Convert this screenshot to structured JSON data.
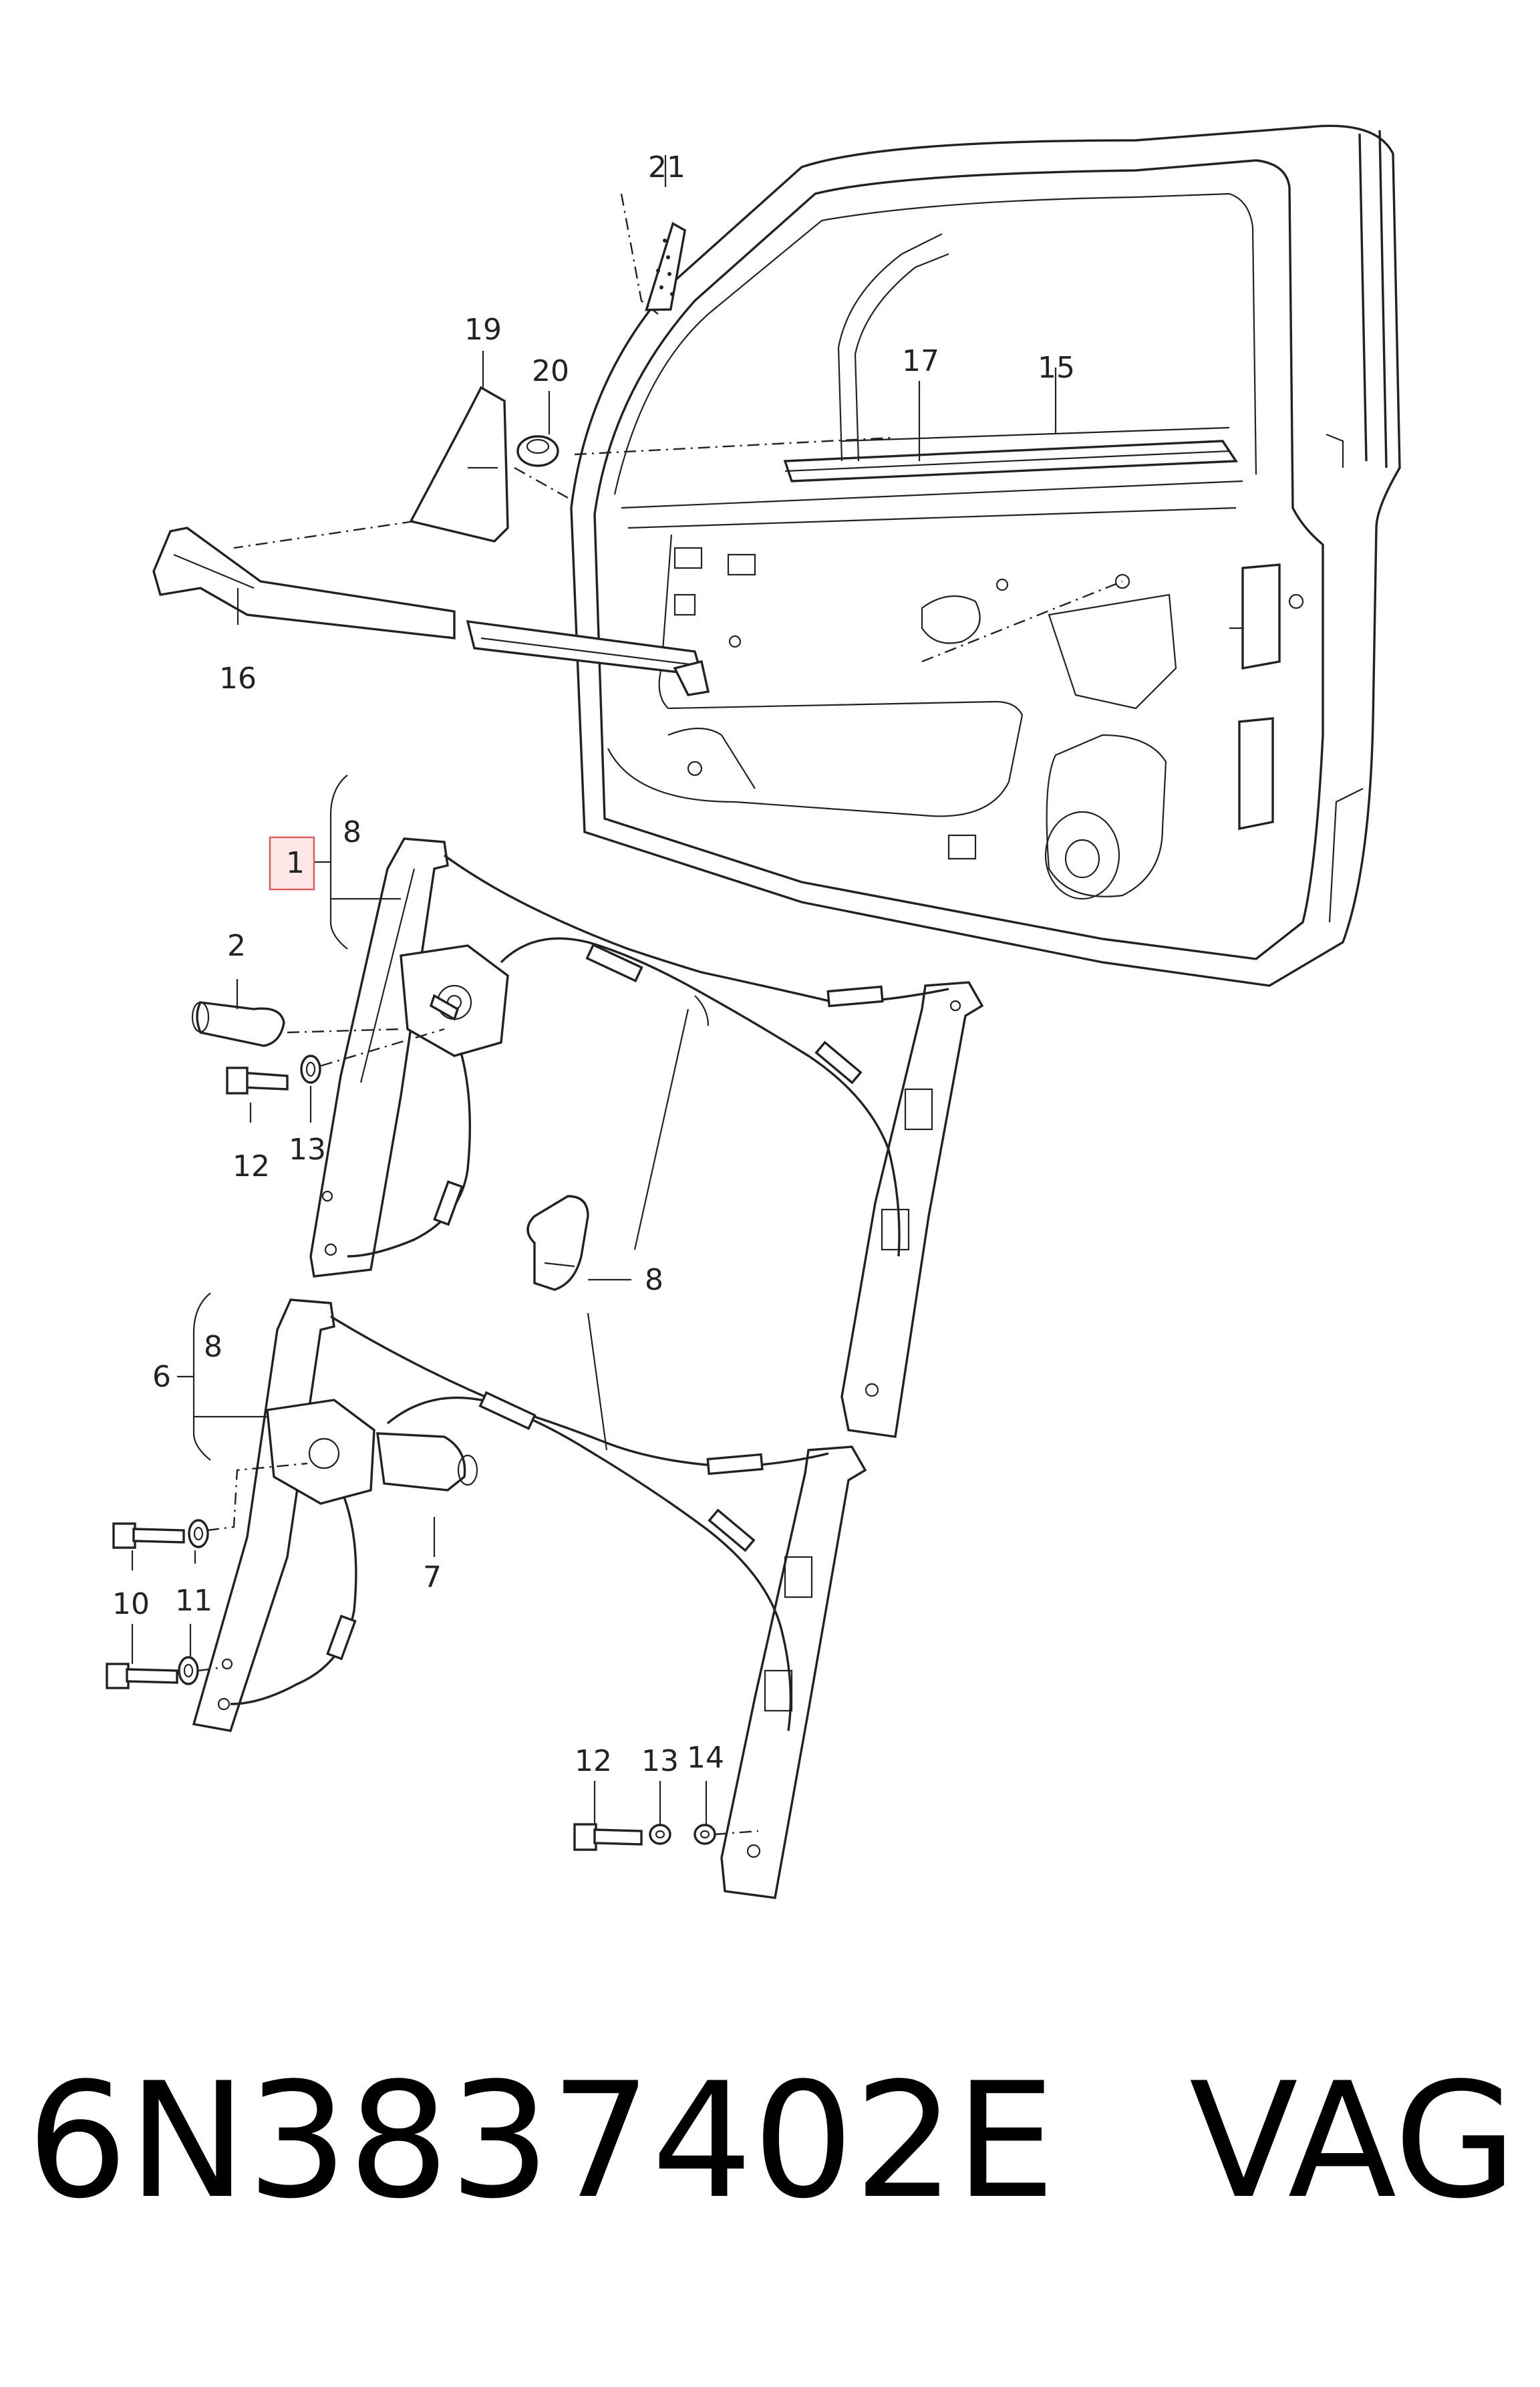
{
  "callouts": {
    "c1": "1",
    "c2": "2",
    "c6": "6",
    "c7": "7",
    "c8a": "8",
    "c8b": "8",
    "c8c": "8",
    "c10": "10",
    "c11": "11",
    "c12a": "12",
    "c12b": "12",
    "c13a": "13",
    "c13b": "13",
    "c14": "14",
    "c15": "15",
    "c16": "16",
    "c17": "17",
    "c19": "19",
    "c20": "20",
    "c21": "21"
  },
  "footer": {
    "part_number": "6N3837402E",
    "brand": "VAG"
  },
  "colors": {
    "ink": "#222222",
    "highlight_fill": "#fde6e6",
    "highlight_stroke": "#e05a5a"
  }
}
